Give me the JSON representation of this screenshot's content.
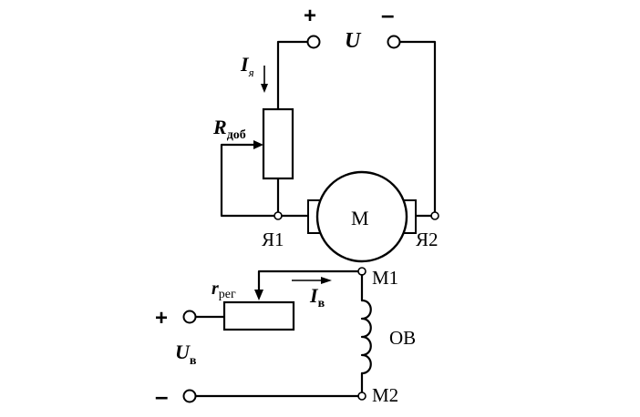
{
  "armature_circuit": {
    "plus_sign": "+",
    "minus_sign": "–",
    "voltage_symbol": "U",
    "current_symbol": "I",
    "current_subscript": "я",
    "resistor_symbol": "R",
    "resistor_subscript": "доб",
    "motor_label": "M",
    "terminal_left": "Я1",
    "terminal_right": "Я2"
  },
  "field_circuit": {
    "plus_sign": "+",
    "minus_sign": "–",
    "voltage_symbol": "U",
    "voltage_subscript": "в",
    "resistor_symbol": "r",
    "resistor_subscript": "рег",
    "current_symbol": "I",
    "current_subscript": "в",
    "winding_label": "ОВ",
    "terminal_top": "М1",
    "terminal_bottom": "М2"
  }
}
